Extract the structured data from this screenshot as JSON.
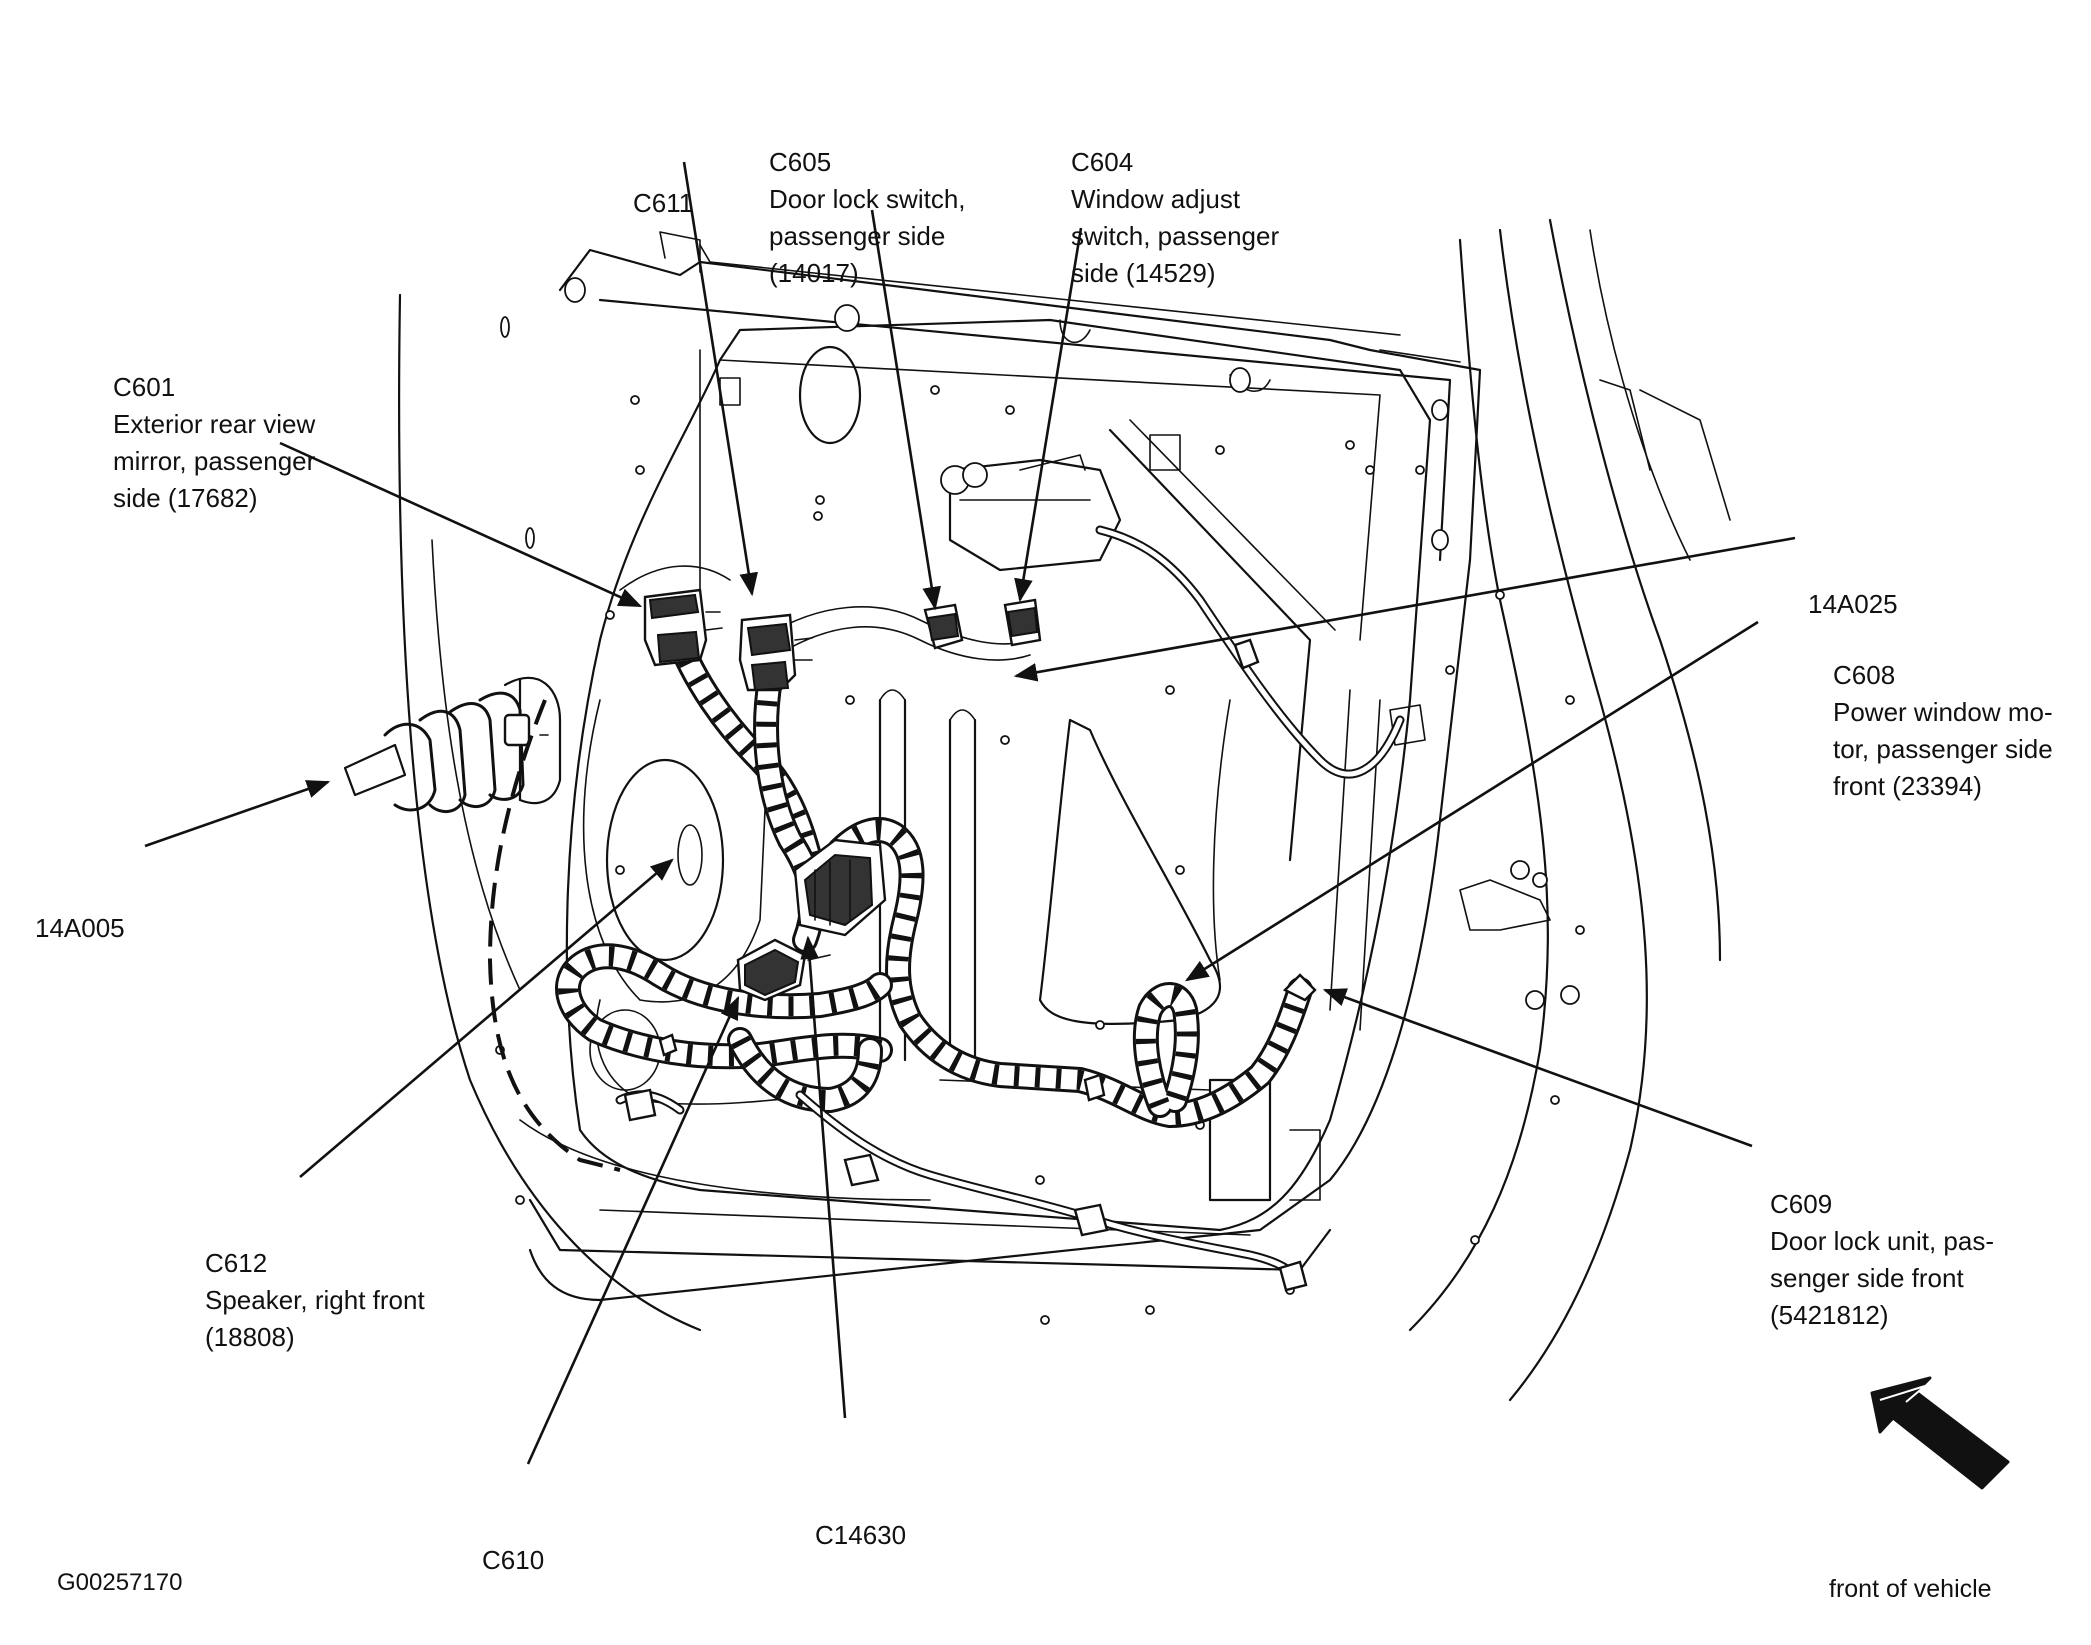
{
  "labels": {
    "c601": [
      "C601",
      "Exterior rear view",
      "mirror, passenger",
      "side (17682)"
    ],
    "c611": [
      "C611"
    ],
    "c605": [
      "C605",
      "Door lock switch,",
      "passenger side",
      "(14017)"
    ],
    "c604": [
      "C604",
      "Window adjust",
      "switch, passenger",
      "side (14529)"
    ],
    "a14a025": [
      "14A025"
    ],
    "c608": [
      "C608",
      "Power window mo-",
      "tor, passenger side",
      "front (23394)"
    ],
    "a14a005": [
      "14A005"
    ],
    "c609": [
      "C609",
      "Door lock unit, pas-",
      "senger side front",
      "(5421812)"
    ],
    "c612": [
      "C612",
      "Speaker, right front",
      "(18808)"
    ],
    "c610": [
      "C610"
    ],
    "c14630": [
      "C14630"
    ],
    "figure_id": "G00257170",
    "direction": "front of vehicle"
  },
  "icons": {
    "front_arrow": "front-direction-arrow-icon"
  }
}
